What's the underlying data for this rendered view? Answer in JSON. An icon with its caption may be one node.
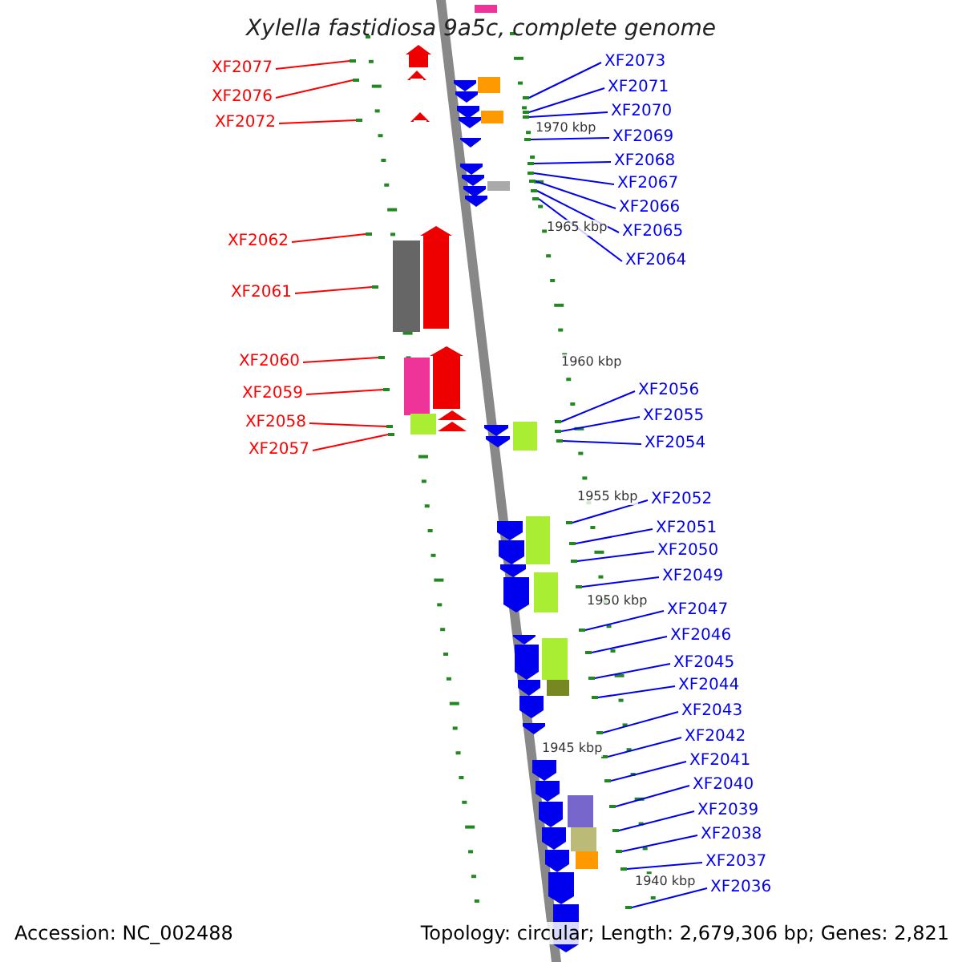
{
  "diagram": {
    "title": "Xylella fastidiosa 9a5c, complete genome",
    "nodes": [
      {
        "text": [
          "XF2077"
        ]
      },
      {
        "text": [
          "XF2076"
        ]
      },
      {
        "text": [
          "XF2072"
        ]
      },
      {
        "text": [
          "XF2062"
        ]
      },
      {
        "text": [
          "XF2061"
        ]
      },
      {
        "text": [
          "XF2060"
        ]
      },
      {
        "text": [
          "XF2059"
        ]
      },
      {
        "text": [
          "XF2058"
        ]
      },
      {
        "text": [
          "XF2057"
        ]
      },
      {
        "text": [
          "XF2073"
        ]
      },
      {
        "text": [
          "XF2071"
        ]
      },
      {
        "text": [
          "XF2070"
        ]
      },
      {
        "text": [
          "XF2069"
        ]
      },
      {
        "text": [
          "XF2068"
        ]
      },
      {
        "text": [
          "XF2067"
        ]
      },
      {
        "text": [
          "XF2066"
        ]
      },
      {
        "text": [
          "XF2065"
        ]
      },
      {
        "text": [
          "XF2064"
        ]
      },
      {
        "text": [
          "XF2056"
        ]
      },
      {
        "text": [
          "XF2055"
        ]
      },
      {
        "text": [
          "XF2054"
        ]
      },
      {
        "text": [
          "XF2052"
        ]
      },
      {
        "text": [
          "XF2051"
        ]
      },
      {
        "text": [
          "XF2050"
        ]
      },
      {
        "text": [
          "XF2049"
        ]
      },
      {
        "text": [
          "XF2047"
        ]
      },
      {
        "text": [
          "XF2046"
        ]
      },
      {
        "text": [
          "XF2045"
        ]
      },
      {
        "text": [
          "XF2044"
        ]
      },
      {
        "text": [
          "XF2043"
        ]
      },
      {
        "text": [
          "XF2042"
        ]
      },
      {
        "text": [
          "XF2041"
        ]
      },
      {
        "text": [
          "XF2040"
        ]
      },
      {
        "text": [
          "XF2039"
        ]
      },
      {
        "text": [
          "XF2038"
        ]
      },
      {
        "text": [
          "XF2037"
        ]
      },
      {
        "text": [
          "XF2036"
        ]
      },
      {
        "text": [],
        "shape": "bar"
      },
      {
        "text": [],
        "shape": "bar"
      },
      {
        "text": [],
        "shape": "bar"
      },
      {
        "text": [],
        "shape": "bar"
      },
      {
        "text": [],
        "shape": "bar"
      },
      {
        "text": [],
        "shape": "bar"
      },
      {
        "text": [],
        "shape": "bar"
      },
      {
        "text": [],
        "shape": "bar"
      },
      {
        "text": [],
        "shape": "bar"
      },
      {
        "text": [],
        "shape": "bar"
      },
      {
        "text": [],
        "shape": "bar"
      },
      {
        "text": [],
        "shape": "bar"
      },
      {
        "text": [],
        "shape": "bar"
      },
      {
        "text": [],
        "shape": "bar"
      },
      {
        "text": [],
        "shape": "bar"
      },
      {
        "text": [],
        "shape": "bar"
      },
      {
        "text": [],
        "shape": "bar"
      },
      {
        "text": [],
        "shape": "bar"
      },
      {
        "text": [],
        "shape": "bar"
      },
      {
        "text": [],
        "shape": "bar"
      },
      {
        "text": [],
        "shape": "bar"
      },
      {
        "text": [],
        "shape": "bar"
      },
      {
        "text": [],
        "shape": "bar"
      },
      {
        "text": [],
        "shape": "bar"
      },
      {
        "text": [],
        "shape": "bar"
      },
      {
        "text": [],
        "shape": "bar"
      },
      {
        "text": [],
        "shape": "bar"
      },
      {
        "text": [],
        "shape": "bar"
      },
      {
        "text": [],
        "shape": "bar"
      },
      {
        "text": [],
        "shape": "bar"
      },
      {
        "text": [],
        "shape": "bar"
      },
      {
        "text": [],
        "shape": "bar"
      },
      {
        "text": [],
        "shape": "bar"
      },
      {
        "text": [],
        "shape": "bar"
      },
      {
        "text": [],
        "shape": "bar"
      },
      {
        "text": [],
        "shape": "bar"
      },
      {
        "text": [],
        "shape": "bar"
      }
    ],
    "edges": [
      {
        "from": 0,
        "to": 37,
        "arrow": "none",
        "color": "#ff0000"
      },
      {
        "from": 1,
        "to": 38,
        "arrow": "none",
        "color": "#ff0000"
      },
      {
        "from": 2,
        "to": 39,
        "arrow": "none",
        "color": "#ff0000"
      },
      {
        "from": 3,
        "to": 40,
        "arrow": "none",
        "color": "#ff0000"
      },
      {
        "from": 4,
        "to": 41,
        "arrow": "none",
        "color": "#ff0000"
      },
      {
        "from": 5,
        "to": 42,
        "arrow": "none",
        "color": "#ff0000"
      },
      {
        "from": 6,
        "to": 43,
        "arrow": "none",
        "color": "#ff0000"
      },
      {
        "from": 7,
        "to": 44,
        "arrow": "none",
        "color": "#ff0000"
      },
      {
        "from": 8,
        "to": 45,
        "arrow": "none",
        "color": "#ff0000"
      },
      {
        "from": 9,
        "to": 46,
        "arrow": "none"
      },
      {
        "from": 10,
        "to": 47,
        "arrow": "none"
      },
      {
        "from": 11,
        "to": 48,
        "arrow": "none"
      },
      {
        "from": 12,
        "to": 49,
        "arrow": "none"
      },
      {
        "from": 13,
        "to": 50,
        "arrow": "none"
      },
      {
        "from": 14,
        "to": 51,
        "arrow": "none"
      },
      {
        "from": 15,
        "to": 52,
        "arrow": "none"
      },
      {
        "from": 16,
        "to": 53,
        "arrow": "none"
      },
      {
        "from": 17,
        "to": 54,
        "arrow": "none"
      },
      {
        "from": 18,
        "to": 55,
        "arrow": "none"
      },
      {
        "from": 19,
        "to": 56,
        "arrow": "none"
      },
      {
        "from": 20,
        "to": 57,
        "arrow": "none"
      },
      {
        "from": 21,
        "to": 58,
        "arrow": "none"
      },
      {
        "from": 22,
        "to": 59,
        "arrow": "none"
      },
      {
        "from": 23,
        "to": 60,
        "arrow": "none"
      },
      {
        "from": 24,
        "to": 61,
        "arrow": "none"
      },
      {
        "from": 25,
        "to": 62,
        "arrow": "none"
      },
      {
        "from": 26,
        "to": 63,
        "arrow": "none"
      },
      {
        "from": 27,
        "to": 64,
        "arrow": "none"
      },
      {
        "from": 28,
        "to": 65,
        "arrow": "none"
      },
      {
        "from": 29,
        "to": 66,
        "arrow": "none"
      },
      {
        "from": 30,
        "to": 67,
        "arrow": "none"
      },
      {
        "from": 31,
        "to": 68,
        "arrow": "none"
      },
      {
        "from": 32,
        "to": 69,
        "arrow": "none"
      },
      {
        "from": 33,
        "to": 70,
        "arrow": "none"
      },
      {
        "from": 34,
        "to": 71,
        "arrow": "none"
      },
      {
        "from": 35,
        "to": 72,
        "arrow": "none"
      },
      {
        "from": 36,
        "to": 73,
        "arrow": "none"
      }
    ],
    "labels": [
      "1970 kbp",
      "1965 kbp",
      "1960 kbp",
      "1955 kbp",
      "1950 kbp",
      "1945 kbp",
      "1940 kbp",
      "Accession: NC_002488",
      "Topology: circular; Length: 2,679,306 bp; Genes: 2,821"
    ]
  }
}
